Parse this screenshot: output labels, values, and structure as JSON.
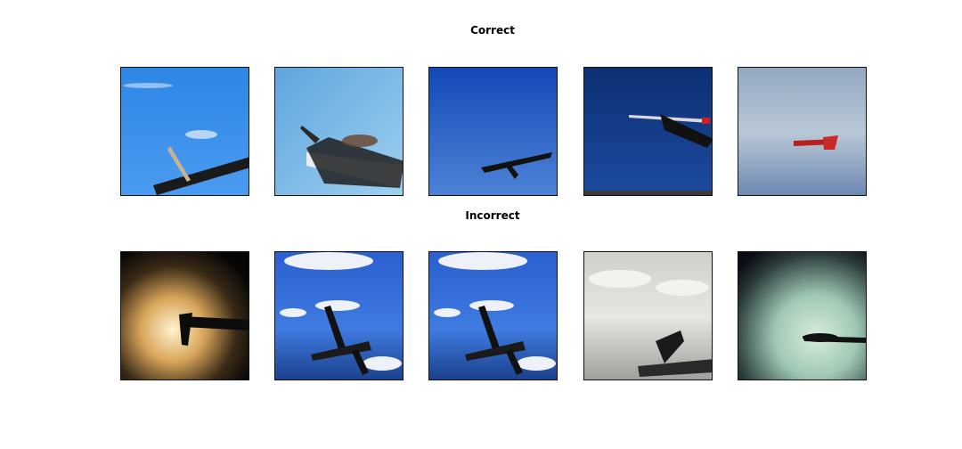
{
  "sections": {
    "correct": {
      "title": "Correct"
    },
    "incorrect": {
      "title": "Incorrect"
    }
  },
  "colors": {
    "background": "#ffffff",
    "title_text": "#000000"
  },
  "image_grid": {
    "rows": 2,
    "columns": 5,
    "content": "drone / aircraft silhouettes against sky"
  }
}
